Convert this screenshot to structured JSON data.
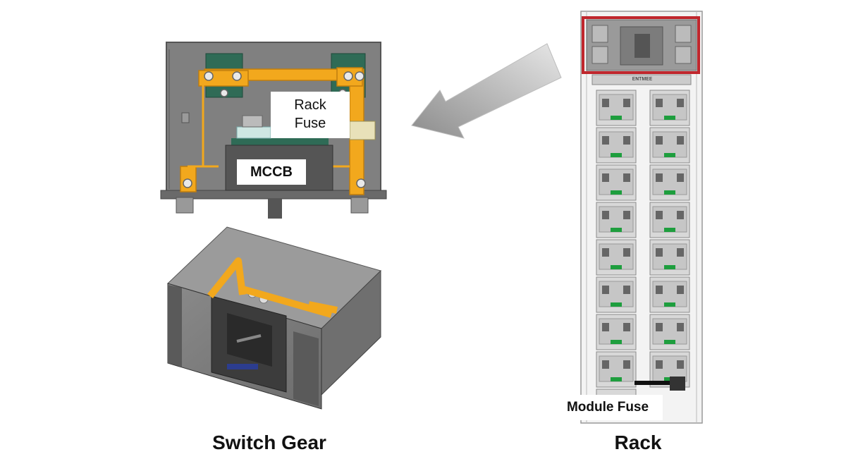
{
  "labels": {
    "rack_fuse_line1": "Rack",
    "rack_fuse_line2": "Fuse",
    "mccb": "MCCB",
    "module_fuse": "Module Fuse",
    "rack_small_text": "ᴇɴᴛᴍᴇᴇ"
  },
  "captions": {
    "switch_gear": "Switch Gear",
    "rack": "Rack"
  },
  "colors": {
    "busbar": "#F2A81D",
    "housing": "#7F7F7F",
    "housing_dark": "#5E5E5E",
    "highlight": "#C0272D",
    "arrow": "#9A9A9A",
    "module_green": "#1E9E3E"
  },
  "rack": {
    "module_rows": 8
  }
}
